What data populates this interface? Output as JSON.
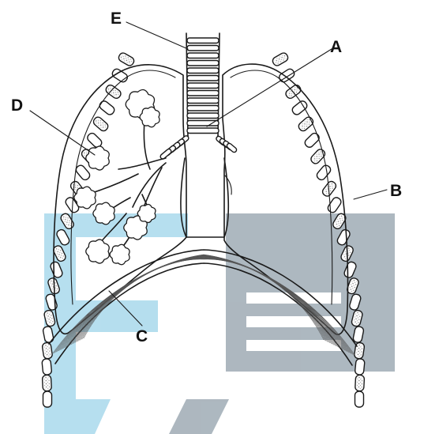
{
  "diagram": {
    "labels": {
      "A": "A",
      "B": "B",
      "C": "C",
      "D": "D",
      "E": "E"
    },
    "watermark": {
      "light_color": "#a9d9ec",
      "dark_color": "#9fabb5"
    }
  }
}
